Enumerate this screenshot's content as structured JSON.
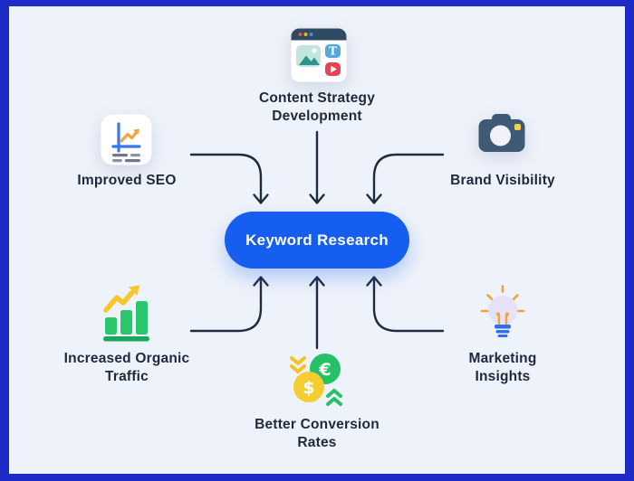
{
  "diagram": {
    "title_concept": "Keyword Research benefits diagram",
    "center": {
      "label": "Keyword Research"
    },
    "nodes": [
      {
        "id": "content-strategy",
        "position": "top-center",
        "label": "Content Strategy\nDevelopment",
        "icon": "browser-content-icon"
      },
      {
        "id": "improved-seo",
        "position": "top-left",
        "label": "Improved SEO",
        "icon": "seo-chart-icon"
      },
      {
        "id": "brand-visibility",
        "position": "top-right",
        "label": "Brand Visibility",
        "icon": "camera-icon"
      },
      {
        "id": "organic-traffic",
        "position": "bottom-left",
        "label": "Increased Organic\nTraffic",
        "icon": "growth-bars-icon"
      },
      {
        "id": "conversion-rates",
        "position": "bottom-center",
        "label": "Better Conversion\nRates",
        "icon": "currency-coins-icon"
      },
      {
        "id": "marketing-insights",
        "position": "bottom-right",
        "label": "Marketing\nInsights",
        "icon": "lightbulb-icon"
      }
    ],
    "icon_glyphs": {
      "coin_euro": "€",
      "coin_dollar": "$",
      "typography_button": "T"
    }
  },
  "colors": {
    "frame_border": "#1e2cc7",
    "background": "#eef2fa",
    "center_pill": "#155eef",
    "center_text": "#ffffff",
    "label_text": "#1e293e",
    "arrow": "#1f2b3e",
    "green": "#26c167",
    "yellow": "#f5cd31",
    "orange": "#f2a342",
    "blue_axis": "#3a76ee",
    "slate_icon": "#3e5a75"
  }
}
